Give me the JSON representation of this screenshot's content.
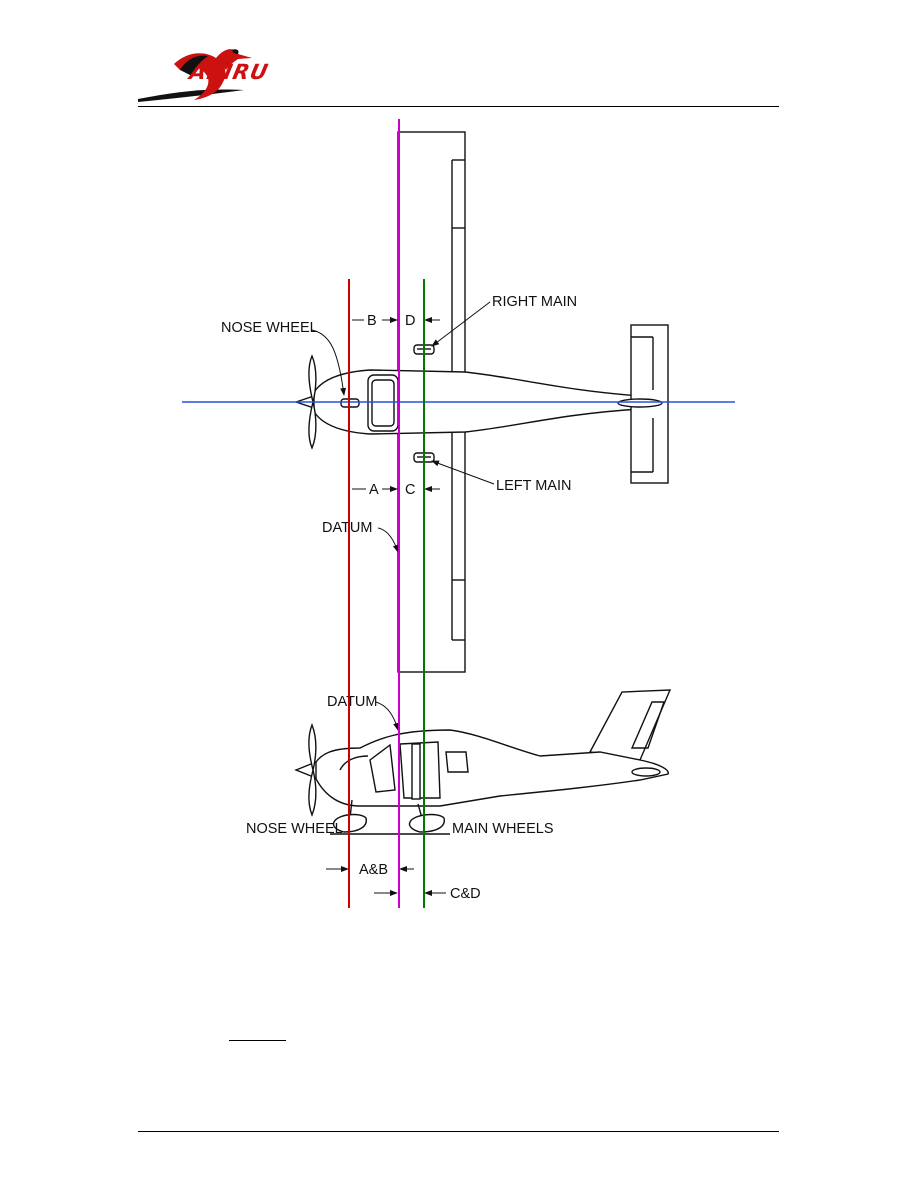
{
  "header": {
    "logo_text": "ABIRU",
    "logo_colors": {
      "bird": "#cc1111",
      "shadow": "#111111"
    }
  },
  "diagram": {
    "labels": {
      "nose_wheel_top": "NOSE WHEEL",
      "right_main": "RIGHT MAIN",
      "left_main": "LEFT MAIN",
      "datum_top": "DATUM",
      "datum_side": "DATUM",
      "nose_wheel_side": "NOSE WHEEL",
      "main_wheels": "MAIN WHEELS",
      "dim_a": "A",
      "dim_b": "B",
      "dim_c": "C",
      "dim_d": "D",
      "dim_ab": "A&B",
      "dim_cd": "C&D"
    },
    "reference_lines": {
      "nose_wheel_line_color": "#cc0000",
      "datum_line_color": "#cc00cc",
      "main_wheel_line_color": "#007700",
      "centerline_color": "#2255dd"
    }
  }
}
